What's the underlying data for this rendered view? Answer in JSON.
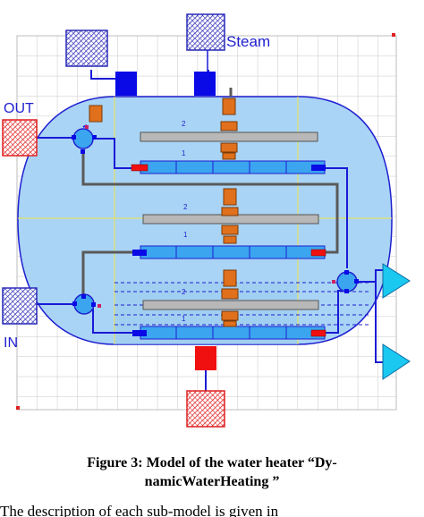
{
  "labels": {
    "steam": "Steam",
    "out": "OUT",
    "in": "IN",
    "tube_number_upper": "2",
    "tube_number_lower": "1"
  },
  "caption": {
    "line1": "Figure 3:  Model of the water heater “Dy-",
    "line2": "namicWaterHeating ”"
  },
  "body_text": "The description of each sub-model is given in",
  "colors": {
    "vessel_fill": "#a9d4f5",
    "vessel_stroke": "#1f1fd0",
    "port_blue": "#0a0ae6",
    "port_red": "#f01010",
    "sensor_orange": "#e0701c",
    "plate_gray": "#b8b8b8",
    "tube_blue": "#3ba5f0",
    "pipe_gray": "#5a5a5a",
    "pipe_blue": "#1a1ad6",
    "pump_cyan": "#1ac8f0",
    "guide_yellow": "#f0e34a"
  }
}
